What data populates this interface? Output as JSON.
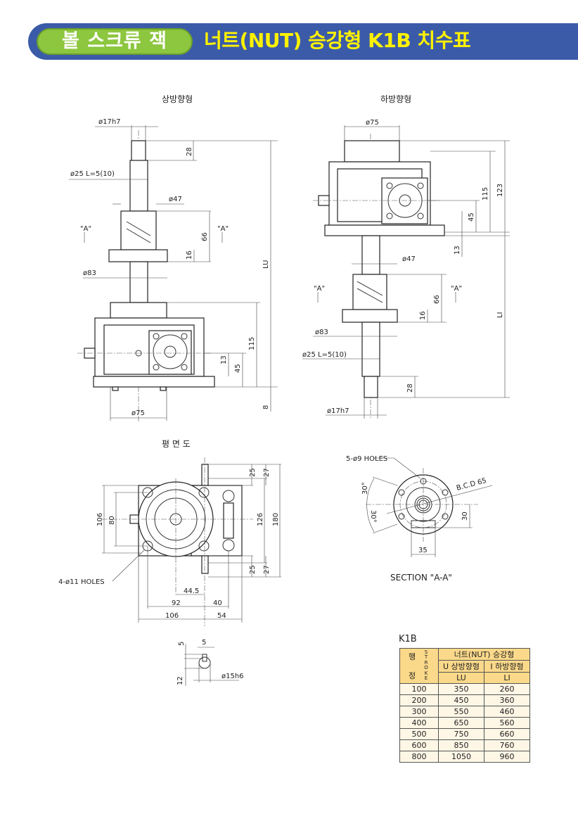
{
  "header": {
    "category": "볼 스크류 잭",
    "title": "너트(NUT) 승강형 K1B 치수표"
  },
  "colors": {
    "header_bg": "#3b5ba9",
    "pill": "#8dc63f",
    "title": "#fff200",
    "table_head": "#fbd98a",
    "table_body": "#fff7e6"
  },
  "views": {
    "upward": {
      "title": "상방향형",
      "labels": {
        "shaft_dia": "ø17h7",
        "screw": "ø25  L=5(10)",
        "nut_dia": "ø47",
        "flange_dia": "ø83",
        "base_dia": "ø75",
        "a_left": "\"A\"",
        "a_right": "\"A\"",
        "d28": "28",
        "d66": "66",
        "d16": "16",
        "lu": "LU",
        "d115": "115",
        "d45": "45",
        "d13": "13",
        "d8": "8"
      }
    },
    "downward": {
      "title": "하방향형",
      "labels": {
        "top_dia": "ø75",
        "d115": "115",
        "d123": "123",
        "d45": "45",
        "d13": "13",
        "nut_dia": "ø47",
        "a_left": "\"A\"",
        "a_right": "\"A\"",
        "d66": "66",
        "d16": "16",
        "li": "LI",
        "flange_dia": "ø83",
        "screw": "ø25  L=5(10)",
        "d28": "28",
        "shaft_dia": "ø17h7"
      }
    },
    "plan": {
      "title": "평 면 도",
      "labels": {
        "d25a": "25",
        "d27a": "27",
        "d126": "126",
        "d180": "180",
        "d106v": "106",
        "d80": "80",
        "holes": "4-ø11 HOLES",
        "d25b": "25",
        "d27b": "27",
        "d44_5": "44.5",
        "d92": "92",
        "d40": "40",
        "d106h": "106",
        "d54": "54"
      }
    },
    "shaft_detail": {
      "labels": {
        "d5a": "5",
        "d5b": "5",
        "d12": "12",
        "dia": "ø15h6"
      }
    },
    "section": {
      "title": "SECTION \"A-A\"",
      "labels": {
        "holes": "5-ø9  HOLES",
        "bcd": "B.C.D  65",
        "ang1": "30°",
        "ang2": "30°",
        "d30": "30",
        "d35": "35"
      }
    }
  },
  "table": {
    "name": "K1B",
    "head": {
      "stroke_top": "행",
      "stroke_bottom": "정",
      "stroke_en": "STROKE",
      "group": "너트(NUT) 승강형",
      "col_u": "U 상방향형",
      "col_i": "I 하방향형",
      "lu": "LU",
      "li": "LI"
    },
    "rows": [
      {
        "stroke": "100",
        "lu": "350",
        "li": "260"
      },
      {
        "stroke": "200",
        "lu": "450",
        "li": "360"
      },
      {
        "stroke": "300",
        "lu": "550",
        "li": "460"
      },
      {
        "stroke": "400",
        "lu": "650",
        "li": "560"
      },
      {
        "stroke": "500",
        "lu": "750",
        "li": "660"
      },
      {
        "stroke": "600",
        "lu": "850",
        "li": "760"
      },
      {
        "stroke": "800",
        "lu": "1050",
        "li": "960"
      }
    ]
  }
}
